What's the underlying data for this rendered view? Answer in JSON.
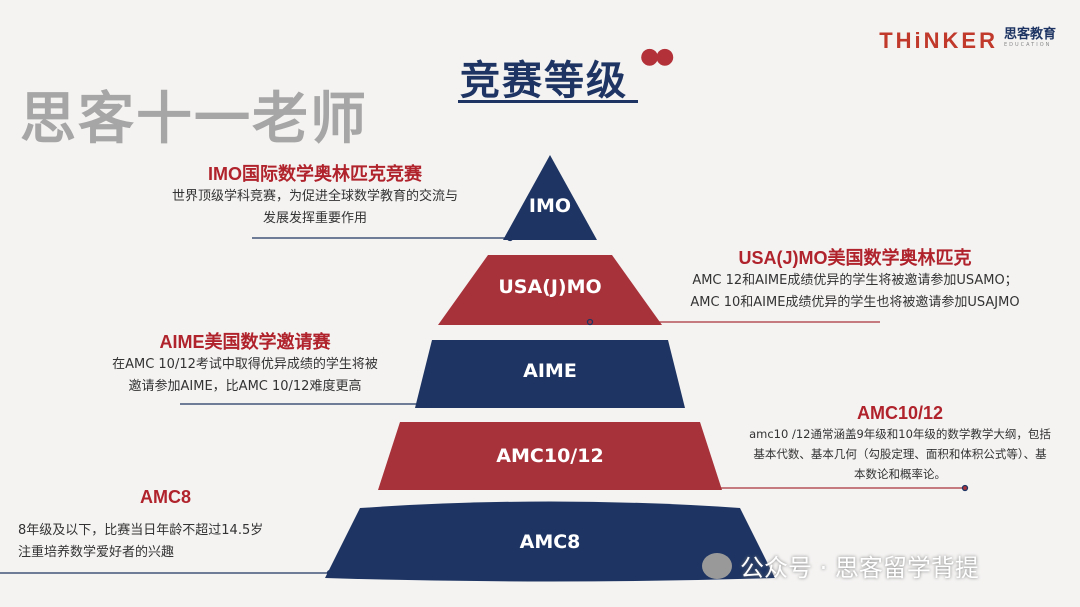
{
  "title": "竞赛等级",
  "logo": {
    "en": "THiNKER",
    "cn": "思客教育",
    "sub": "EDUCATION"
  },
  "levels": [
    {
      "label": "IMO",
      "heading": "IMO国际数学奥林匹克竞赛",
      "desc": [
        "世界顶级学科竞赛，为促进全球数学教育的交流与",
        "发展发挥重要作用"
      ]
    },
    {
      "label": "USA(J)MO",
      "heading": "USA(J)MO美国数学奥林匹克",
      "desc": [
        "AMC 12和AIME成绩优异的学生将被邀请参加USAMO；",
        "AMC 10和AIME成绩优异的学生也将被邀请参加USAJMO"
      ]
    },
    {
      "label": "AIME",
      "heading": "AIME美国数学邀请赛",
      "desc": [
        "在AMC 10/12考试中取得优异成绩的学生将被",
        "邀请参加AIME，比AMC 10/12难度更高"
      ]
    },
    {
      "label": "AMC10/12",
      "heading": "AMC10/12",
      "desc": [
        "amc10 /12通常涵盖9年级和10年级的数学教学大纲，包括",
        "基本代数、基本几何（勾股定理、面积和体积公式等）、基",
        "本数论和概率论。"
      ]
    },
    {
      "label": "AMC8",
      "heading": "AMC8",
      "desc": [
        "8年级及以下，比赛当日年龄不超过14.5岁",
        "注重培养数学爱好者的兴趣"
      ]
    }
  ],
  "watermark": "思客十一老师",
  "footer": "公众号 · 思客留学背提",
  "colors": {
    "navy": "#1e3563",
    "red": "#a8323a"
  }
}
